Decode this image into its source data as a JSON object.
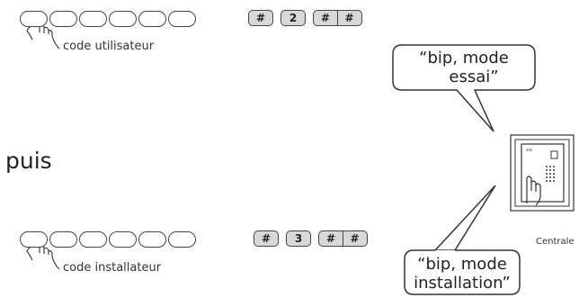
{
  "row1": {
    "code_keys_count": 6,
    "keys": [
      "#",
      "2",
      "#",
      "#"
    ],
    "caption": "code utilisateur"
  },
  "separator": "puis",
  "row2": {
    "code_keys_count": 6,
    "keys": [
      "#",
      "3",
      "#",
      "#"
    ],
    "caption": "code installateur"
  },
  "bubble_top": {
    "line1": "“bip, mode",
    "line2": "essai”"
  },
  "bubble_bottom": {
    "line1": "“bip, mode",
    "line2": "installation”"
  },
  "device": {
    "label": "Centrale"
  },
  "icons": [
    "finger-press-icon",
    "keypad-device-icon"
  ]
}
